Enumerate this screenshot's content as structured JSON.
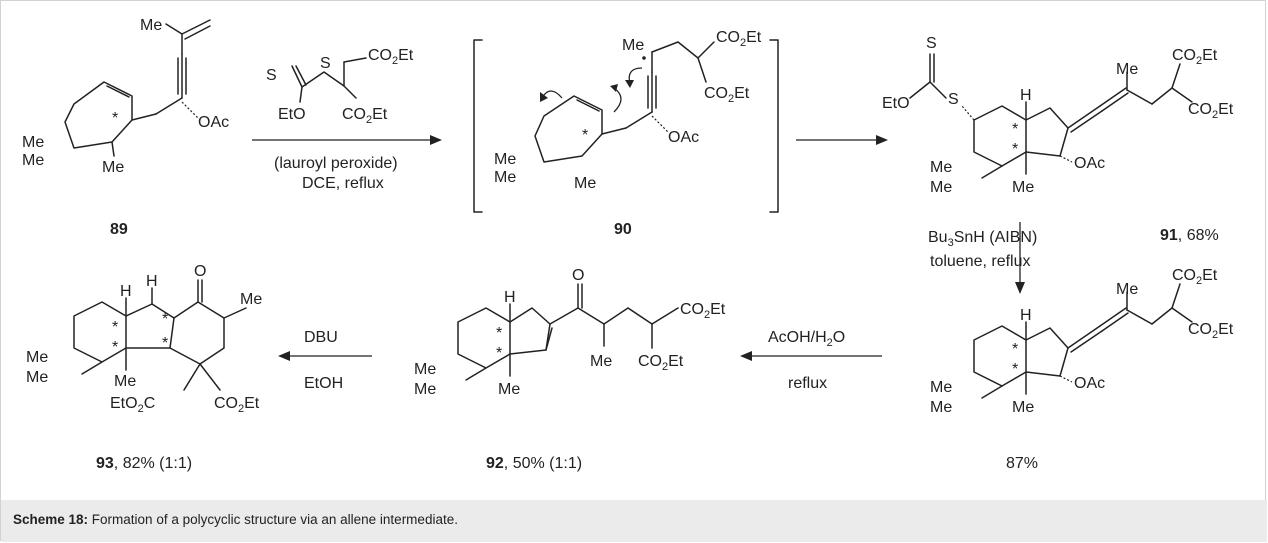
{
  "caption": {
    "label": "Scheme 18:",
    "text": " Formation of a polycyclic structure via an allene intermediate."
  },
  "compounds": {
    "c89": {
      "number": "89"
    },
    "c90": {
      "number": "90"
    },
    "c91": {
      "number": "91",
      "yield": ", 68%"
    },
    "c87": {
      "yield": "87%"
    },
    "c92": {
      "number": "92",
      "yield": ", 50% (1:1)"
    },
    "c93": {
      "number": "93",
      "yield": ", 82% (1:1)"
    }
  },
  "reactions": {
    "r1": {
      "reagent_xanthate_S": "S",
      "reagent_xanthate_S2": "S",
      "reagent_EtO": "EtO",
      "line1": "(lauroyl peroxide)",
      "line2": "DCE, reflux"
    },
    "r3": {
      "line1": "Bu",
      "line1_sub": "3",
      "line1_rest": "SnH (AIBN)",
      "line2": "toluene, reflux"
    },
    "r4": {
      "line1": "AcOH/H",
      "line1_sub": "2",
      "line1_rest": "O",
      "line2": "reflux"
    },
    "r5": {
      "line1": "DBU",
      "line2": "EtOH"
    }
  },
  "labels": {
    "Me": "Me",
    "OAc": "OAc",
    "H": "H",
    "O": "O",
    "S": "S",
    "EtO": "EtO",
    "star": "*",
    "CO2Et_a": "CO",
    "CO2Et_sub": "2",
    "CO2Et_b": "Et",
    "EtO2C_a": "EtO",
    "EtO2C_b": "C"
  }
}
